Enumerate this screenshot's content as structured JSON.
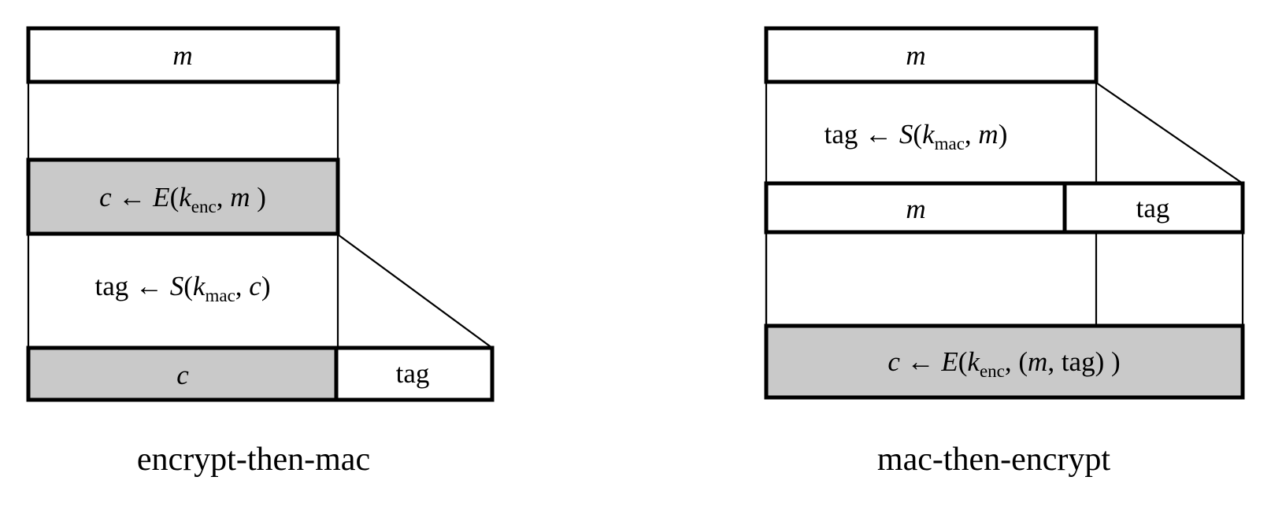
{
  "figure": {
    "title": "authenticated encryption constructions",
    "background_color": "#ffffff",
    "line_color": "#000000",
    "shaded_fill": "#c9c9c9",
    "plain_fill": "#ffffff"
  },
  "diagrams": [
    {
      "id": "encrypt-then-mac",
      "caption": "encrypt-then-mac",
      "rows": [
        {
          "id": "etm-message",
          "kind": "box",
          "shaded": false,
          "segments": [
            {
              "label": "m",
              "style": "math-italic",
              "shaded": false
            }
          ]
        },
        {
          "id": "etm-gap-1",
          "kind": "spacer",
          "label": ""
        },
        {
          "id": "etm-encrypt",
          "kind": "box",
          "shaded": true,
          "label_parts": [
            {
              "text": "c",
              "style": "math-italic"
            },
            {
              "text": " ← ",
              "style": "upright"
            },
            {
              "text": "E",
              "style": "math-italic"
            },
            {
              "text": "(",
              "style": "upright"
            },
            {
              "text": "k",
              "style": "math-italic"
            },
            {
              "text": "enc",
              "style": "subscript"
            },
            {
              "text": ", ",
              "style": "upright"
            },
            {
              "text": "m",
              "style": "math-italic"
            },
            {
              "text": " )",
              "style": "upright"
            }
          ],
          "label_plain": "c ← E(k_enc, m )"
        },
        {
          "id": "etm-mac",
          "kind": "annotation",
          "label_parts": [
            {
              "text": "tag",
              "style": "upright"
            },
            {
              "text": " ← ",
              "style": "upright"
            },
            {
              "text": "S",
              "style": "math-italic"
            },
            {
              "text": "(",
              "style": "upright"
            },
            {
              "text": "k",
              "style": "math-italic"
            },
            {
              "text": "mac",
              "style": "subscript"
            },
            {
              "text": ", ",
              "style": "upright"
            },
            {
              "text": "c",
              "style": "math-italic"
            },
            {
              "text": ")",
              "style": "upright"
            }
          ],
          "label_plain": "tag ← S(k_mac, c)"
        },
        {
          "id": "etm-output",
          "kind": "box",
          "shaded": false,
          "segments": [
            {
              "label": "c",
              "style": "math-italic",
              "shaded": true
            },
            {
              "label": "tag",
              "style": "upright",
              "shaded": false
            }
          ]
        }
      ]
    },
    {
      "id": "mac-then-encrypt",
      "caption": "mac-then-encrypt",
      "rows": [
        {
          "id": "mte-message",
          "kind": "box",
          "shaded": false,
          "segments": [
            {
              "label": "m",
              "style": "math-italic",
              "shaded": false
            }
          ]
        },
        {
          "id": "mte-mac",
          "kind": "annotation",
          "label_parts": [
            {
              "text": "tag",
              "style": "upright"
            },
            {
              "text": " ← ",
              "style": "upright"
            },
            {
              "text": "S",
              "style": "math-italic"
            },
            {
              "text": "(",
              "style": "upright"
            },
            {
              "text": "k",
              "style": "math-italic"
            },
            {
              "text": "mac",
              "style": "subscript"
            },
            {
              "text": ", ",
              "style": "upright"
            },
            {
              "text": "m",
              "style": "math-italic"
            },
            {
              "text": ")",
              "style": "upright"
            }
          ],
          "label_plain": "tag ← S(k_mac, m)"
        },
        {
          "id": "mte-concat",
          "kind": "box",
          "shaded": false,
          "segments": [
            {
              "label": "m",
              "style": "math-italic",
              "shaded": false
            },
            {
              "label": "tag",
              "style": "upright",
              "shaded": false
            }
          ]
        },
        {
          "id": "mte-gap-1",
          "kind": "spacer",
          "label": ""
        },
        {
          "id": "mte-encrypt",
          "kind": "box",
          "shaded": true,
          "label_parts": [
            {
              "text": "c",
              "style": "math-italic"
            },
            {
              "text": " ← ",
              "style": "upright"
            },
            {
              "text": "E",
              "style": "math-italic"
            },
            {
              "text": "(",
              "style": "upright"
            },
            {
              "text": "k",
              "style": "math-italic"
            },
            {
              "text": "enc",
              "style": "subscript"
            },
            {
              "text": ",  (",
              "style": "upright"
            },
            {
              "text": "m",
              "style": "math-italic"
            },
            {
              "text": ", tag) )",
              "style": "upright"
            }
          ],
          "label_plain": "c ← E(k_enc,  (m, tag) )"
        }
      ]
    }
  ],
  "labels": {
    "etm_m": "m",
    "etm_enc_c": "c",
    "etm_enc_arrow": " ← ",
    "etm_enc_E": "E",
    "etm_enc_open": "(",
    "etm_enc_k": "k",
    "etm_enc_sub": "enc",
    "etm_enc_comma": ", ",
    "etm_enc_m": "m",
    "etm_enc_close": " )",
    "etm_mac_tag": "tag",
    "etm_mac_arrow": " ← ",
    "etm_mac_S": "S",
    "etm_mac_open": "(",
    "etm_mac_k": "k",
    "etm_mac_sub": "mac",
    "etm_mac_comma": ", ",
    "etm_mac_c": "c",
    "etm_mac_close": ")",
    "etm_out_c": "c",
    "etm_out_tag": "tag",
    "etm_caption": "encrypt-then-mac",
    "mte_m": "m",
    "mte_mac_tag": "tag",
    "mte_mac_arrow": " ← ",
    "mte_mac_S": "S",
    "mte_mac_open": "(",
    "mte_mac_k": "k",
    "mte_mac_sub": "mac",
    "mte_mac_comma": ", ",
    "mte_mac_m": "m",
    "mte_mac_close": ")",
    "mte_cat_m": "m",
    "mte_cat_tag": "tag",
    "mte_enc_c": "c",
    "mte_enc_arrow": " ← ",
    "mte_enc_E": "E",
    "mte_enc_open": "(",
    "mte_enc_k": "k",
    "mte_enc_sub": "enc",
    "mte_enc_comma": ",  (",
    "mte_enc_m": "m",
    "mte_enc_close": ", tag) )",
    "mte_caption": "mac-then-encrypt"
  }
}
